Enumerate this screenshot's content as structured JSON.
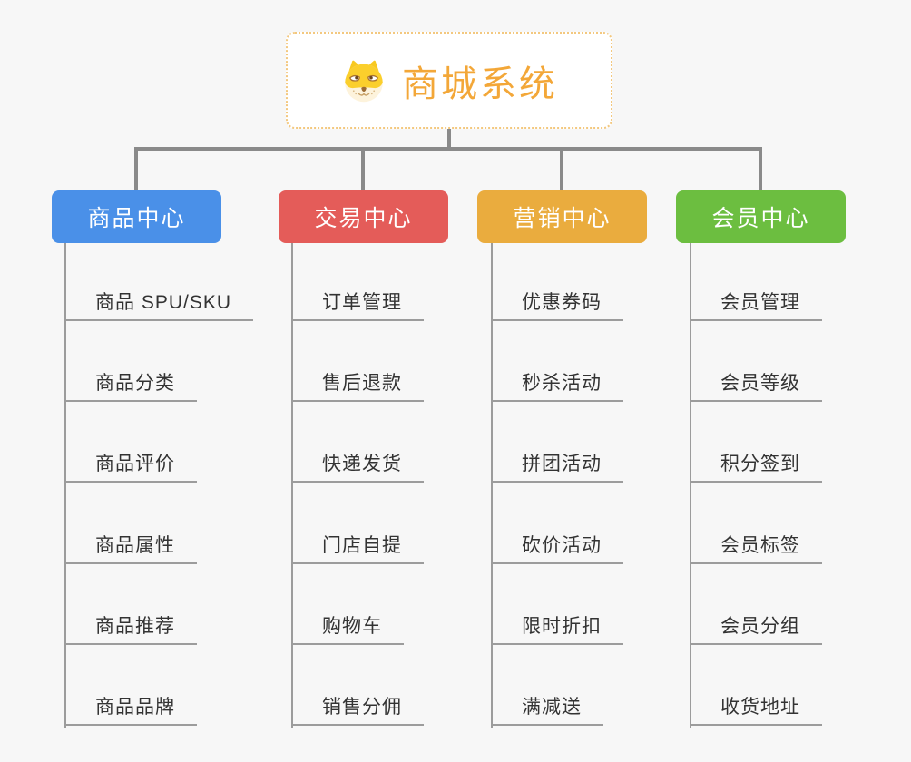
{
  "root": {
    "title": "商城系统",
    "icon": "dog-face-icon",
    "title_color": "#F3A738"
  },
  "branches": [
    {
      "label": "商品中心",
      "color": "#4A90E8",
      "children": [
        "商品 SPU/SKU",
        "商品分类",
        "商品评价",
        "商品属性",
        "商品推荐",
        "商品品牌"
      ]
    },
    {
      "label": "交易中心",
      "color": "#E45C59",
      "children": [
        "订单管理",
        "售后退款",
        "快递发货",
        "门店自提",
        "购物车",
        "销售分佣"
      ]
    },
    {
      "label": "营销中心",
      "color": "#EAAC3E",
      "children": [
        "优惠券码",
        "秒杀活动",
        "拼团活动",
        "砍价活动",
        "限时折扣",
        "满减送"
      ]
    },
    {
      "label": "会员中心",
      "color": "#6CBE40",
      "children": [
        "会员管理",
        "会员等级",
        "积分签到",
        "会员标签",
        "会员分组",
        "收货地址"
      ]
    }
  ],
  "colors": {
    "background": "#F7F7F7",
    "connector": "#8A8A8A",
    "underline": "#9C9C9C",
    "leaf_text": "#333333",
    "root_border": "#F3C87F"
  }
}
